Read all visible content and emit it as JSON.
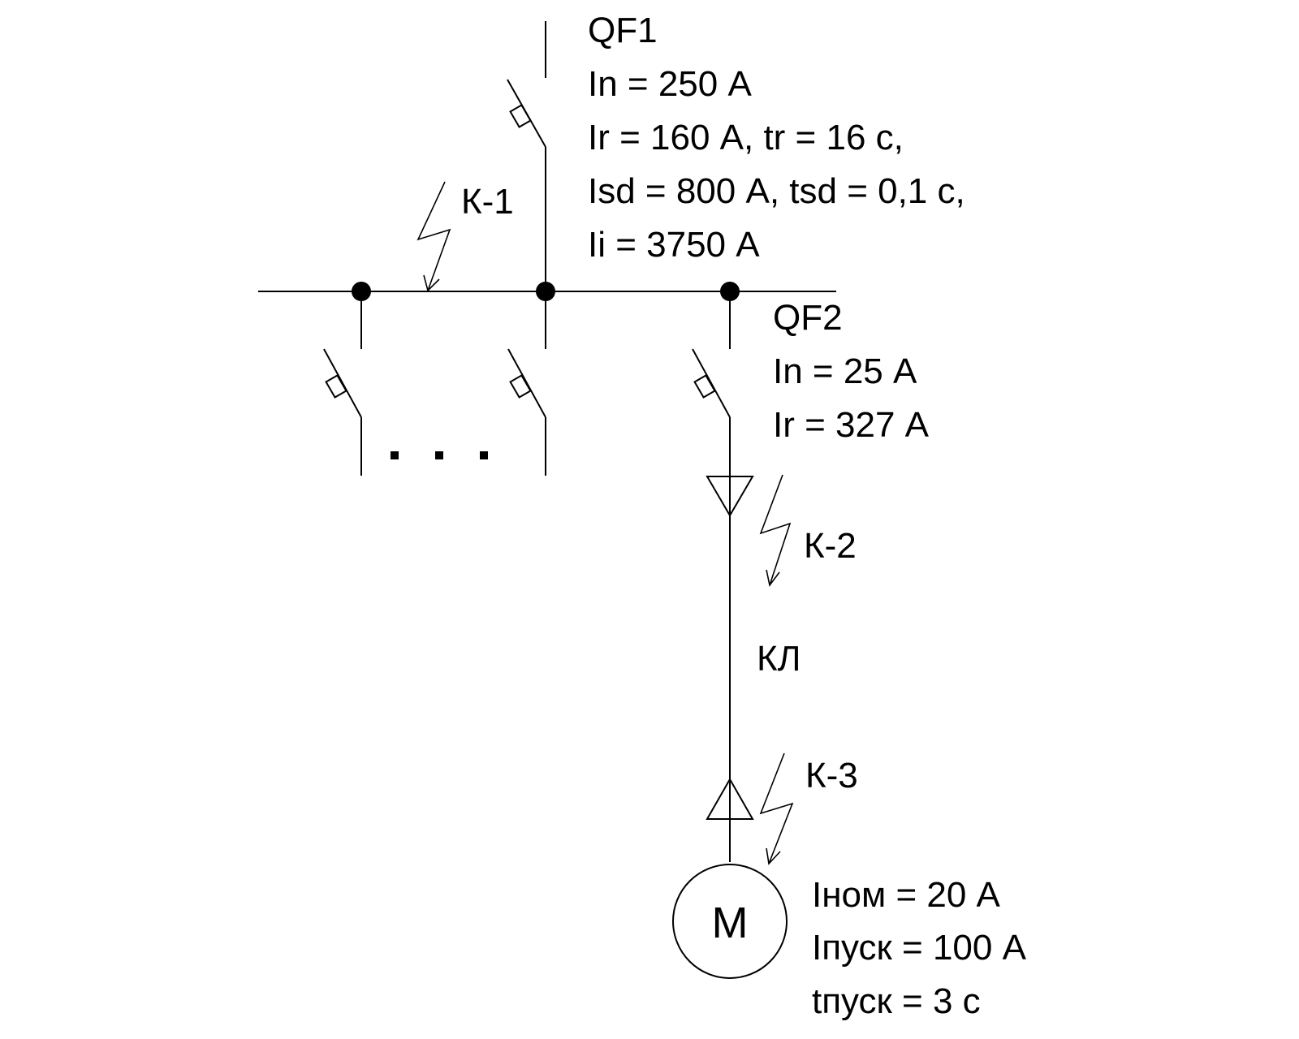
{
  "breaker_qf1": {
    "name": "QF1",
    "params": [
      "In = 250 А",
      "Ir = 160 А, tr = 16 с,",
      "Isd = 800 А, tsd = 0,1 с,",
      "Ii = 3750 А"
    ]
  },
  "breaker_qf2": {
    "name": "QF2",
    "params": [
      "In = 25 А",
      "Ir = 327 А"
    ]
  },
  "faults": {
    "k1": "К-1",
    "k2": "К-2",
    "k3": "К-3"
  },
  "cable_label": "КЛ",
  "motor": {
    "symbol": "M",
    "params": [
      "Iном = 20 А",
      "Iпуск = 100 А",
      "tпуск = 3 с"
    ]
  },
  "ellipsis": ". . .",
  "colors": {
    "line": "#000000",
    "background": "#ffffff"
  }
}
